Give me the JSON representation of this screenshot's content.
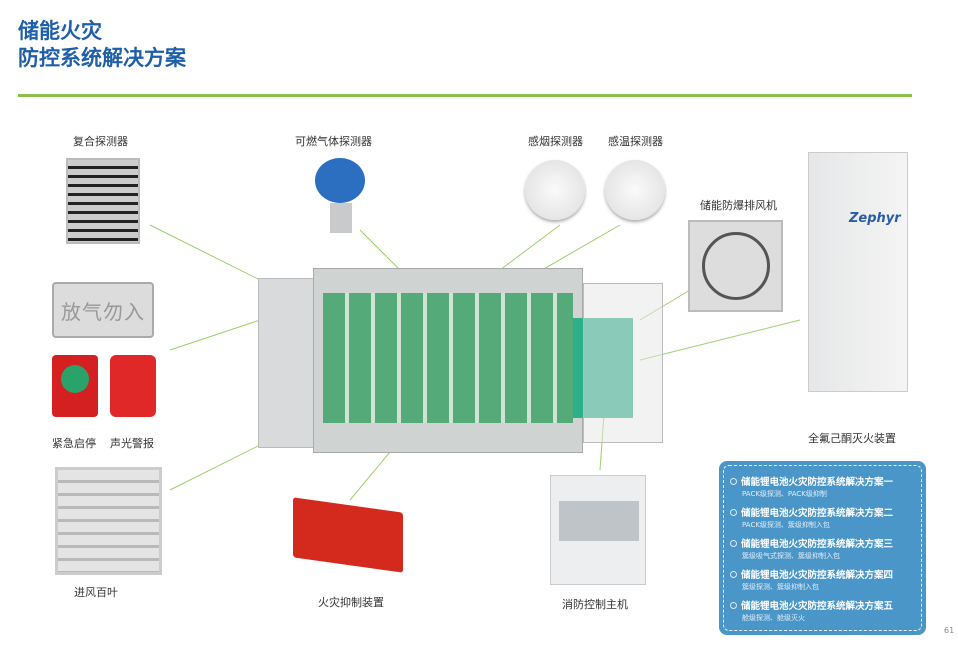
{
  "title": {
    "line1": "储能火灾",
    "line2": "防控系统解决方案"
  },
  "labels": {
    "composite_detector": "复合探测器",
    "gas_detector": "可燃气体探测器",
    "smoke_detector": "感烟探测器",
    "heat_detector": "感温探测器",
    "exhaust_fan": "储能防爆排风机",
    "extinguisher": "全氟己酮灭火装置",
    "emergency_stop": "紧急启停",
    "alarm": "声光警报",
    "louver": "进风百叶",
    "suppression": "火灾抑制装置",
    "controller": "消防控制主机"
  },
  "sign_text": "放气勿入",
  "brand": "Zephyr",
  "solutions": [
    {
      "title": "储能锂电池火灾防控系统解决方案一",
      "sub": "PACK级探测、PACK级抑制"
    },
    {
      "title": "储能锂电池火灾防控系统解决方案二",
      "sub": "PACK级探测、簇级抑制入包"
    },
    {
      "title": "储能锂电池火灾防控系统解决方案三",
      "sub": "簇级吸气式探测、簇级抑制入包"
    },
    {
      "title": "储能锂电池火灾防控系统解决方案四",
      "sub": "簇级探测、簇级抑制入包"
    },
    {
      "title": "储能锂电池火灾防控系统解决方案五",
      "sub": "舱级探测、舱级灭火"
    }
  ],
  "page_number": "61"
}
